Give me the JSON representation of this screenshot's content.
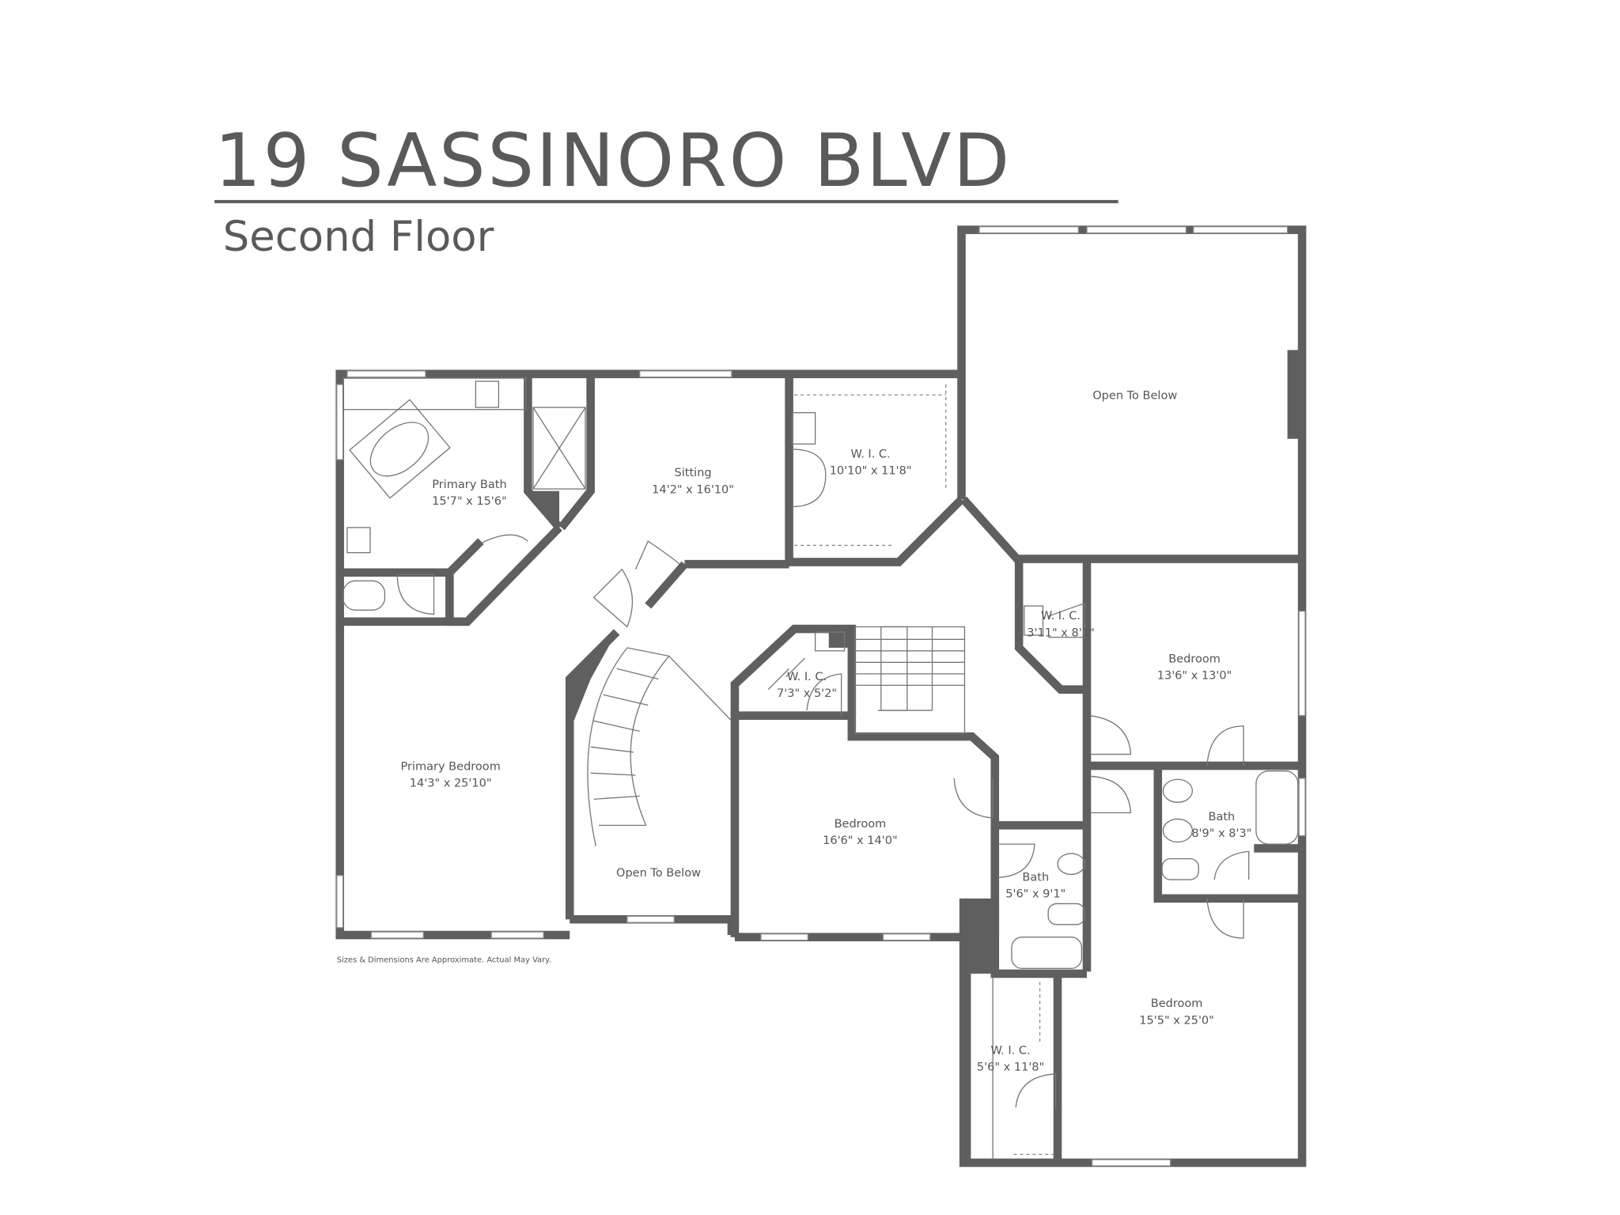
{
  "header": {
    "title": "19 SASSINORO BLVD",
    "subtitle": "Second Floor"
  },
  "disclaimer": "Sizes & Dimensions Are Approximate. Actual May Vary.",
  "colors": {
    "wall": "#5f5f5f",
    "text": "#555555"
  },
  "rooms": [
    {
      "name": "Primary Bath",
      "dims": "15'7\" x 15'6\""
    },
    {
      "name": "Sitting",
      "dims": "14'2\" x 16'10\""
    },
    {
      "name": "W. I. C.",
      "dims": "10'10\" x 11'8\""
    },
    {
      "name": "Open To Below",
      "dims": ""
    },
    {
      "name": "W. I. C.",
      "dims": "3'11\" x 8'1\""
    },
    {
      "name": "Bedroom",
      "dims": "13'6\" x 13'0\""
    },
    {
      "name": "W. I. C.",
      "dims": "7'3\" x 5'2\""
    },
    {
      "name": "Primary Bedroom",
      "dims": "14'3\" x 25'10\""
    },
    {
      "name": "Bedroom",
      "dims": "16'6\" x 14'0\""
    },
    {
      "name": "Bath",
      "dims": "8'9\" x 8'3\""
    },
    {
      "name": "Open To Below",
      "dims": ""
    },
    {
      "name": "Bath",
      "dims": "5'6\" x 9'1\""
    },
    {
      "name": "Bedroom",
      "dims": "15'5\" x 25'0\""
    },
    {
      "name": "W. I. C.",
      "dims": "5'6\" x 11'8\""
    }
  ]
}
